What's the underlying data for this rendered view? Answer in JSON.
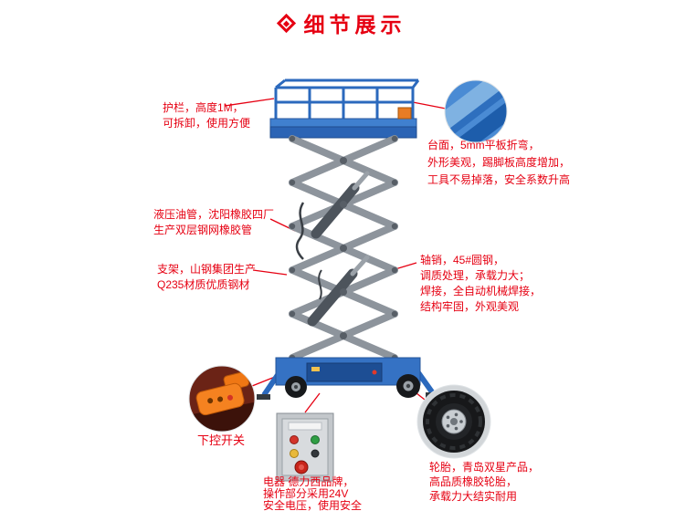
{
  "header": {
    "title": "细节展示"
  },
  "colors": {
    "accent_red": "#e60012",
    "machine_blue": "#3572c4",
    "scissor_gray": "#8d949c",
    "remote_orange": "#f58220"
  },
  "callouts": {
    "guardrail": {
      "lines": [
        "护栏，高度1M，",
        "可拆卸，使用方便"
      ]
    },
    "platform": {
      "lines": [
        "台面，5mm平板折弯，",
        "外形美观，踢脚板高度增加，",
        "工具不易掉落，安全系数升高"
      ]
    },
    "hose": {
      "lines": [
        "液压油管，沈阳橡胶四厂",
        "生产双层钢网橡胶管"
      ]
    },
    "frame": {
      "lines": [
        "支架，山钢集团生产",
        "Q235材质优质钢材"
      ]
    },
    "pin": {
      "lines": [
        "轴销，45#圆钢，",
        "调质处理，承载力大；",
        "焊接，全自动机械焊接，",
        "结构牢固，外观美观"
      ]
    },
    "lower_switch": {
      "lines": [
        "下控开关"
      ]
    },
    "electric": {
      "lines": [
        "电器 德力西品牌，",
        "操作部分采用24V",
        "安全电压，使用安全"
      ]
    },
    "tire": {
      "lines": [
        "轮胎，青岛双星产品，",
        "高品质橡胶轮胎，",
        "承载力大结实耐用"
      ]
    }
  }
}
